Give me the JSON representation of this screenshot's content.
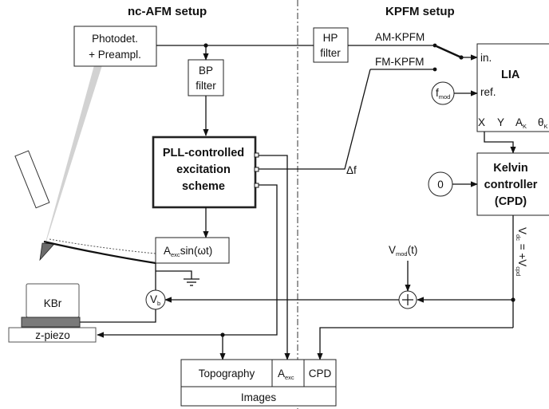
{
  "headers": {
    "left": "nc-AFM setup",
    "right": "KPFM setup"
  },
  "photodet": {
    "line1": "Photodet.",
    "line2": "+ Preampl."
  },
  "bp_filter": {
    "line1": "BP",
    "line2": "filter"
  },
  "hp_filter": {
    "line1": "HP",
    "line2": "filter"
  },
  "switch": {
    "am": "AM-KPFM",
    "fm": "FM-KPFM"
  },
  "lia": {
    "title": "LIA",
    "in": "in.",
    "ref": "ref.",
    "fmod_main": "f",
    "fmod_sub": "mod",
    "outputs": {
      "x": "X",
      "y": "Y",
      "ak_main": "A",
      "ak_sub": "K",
      "theta_main": "θ",
      "theta_sub": "K"
    }
  },
  "pll": {
    "line1": "PLL-controlled",
    "line2": "excitation",
    "line3": "scheme"
  },
  "delta_f": "Δf",
  "kelvin": {
    "line1": "Kelvin",
    "line2": "controller",
    "line3": "(CPD)"
  },
  "zero_source": "0",
  "excitation": {
    "a": "A",
    "a_sub": "exc",
    "rest": "sin(ωt)"
  },
  "vb": {
    "main": "V",
    "sub": "b"
  },
  "vmod": {
    "main": "V",
    "sub": "mod",
    "rest": "(t)"
  },
  "vdc": {
    "a": "V",
    "a_sub": "dc",
    "eq": " = +V",
    "b_sub": "cpd"
  },
  "sample": "KBr",
  "zpiezo": "z-piezo",
  "images": {
    "topography": "Topography",
    "aexc_main": "A",
    "aexc_sub": "exc",
    "cpd": "CPD",
    "label": "Images"
  }
}
